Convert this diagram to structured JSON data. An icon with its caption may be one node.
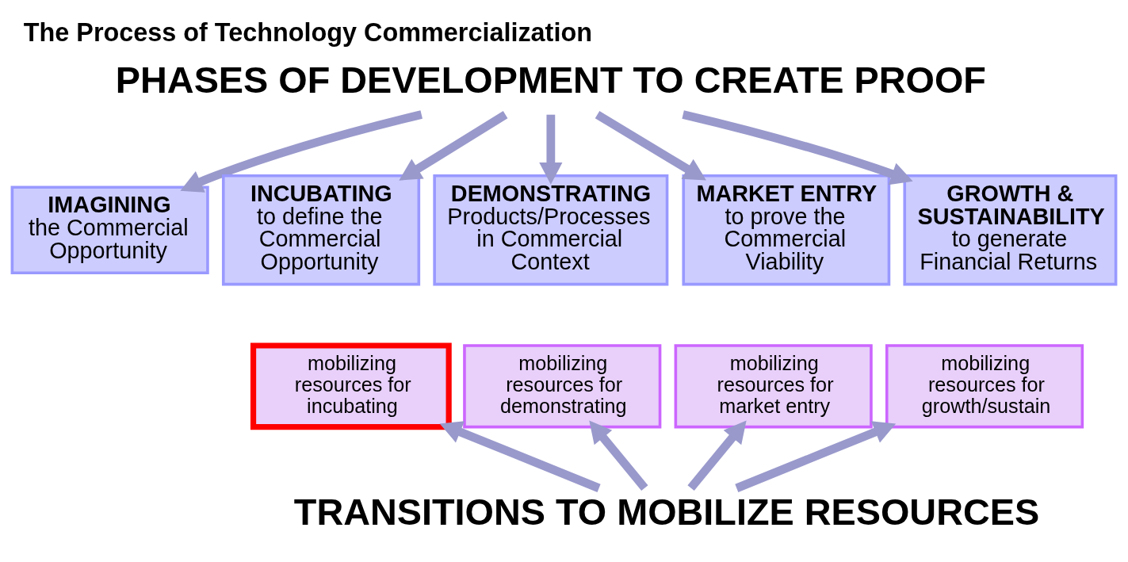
{
  "diagram": {
    "title": "The Process of Technology Commercialization",
    "nodes": [
      {
        "text": [
          "PHASES OF DEVELOPMENT TO CREATE PROOF"
        ]
      },
      {
        "text": [
          "IMAGINING",
          "the Commercial Opportunity"
        ]
      },
      {
        "text": [
          "INCUBATING",
          "to define the Commercial Opportunity"
        ]
      },
      {
        "text": [
          "DEMONSTRATING",
          "Products/Processes in Commercial Context"
        ]
      },
      {
        "text": [
          "MARKET ENTRY",
          "to prove the Commercial Viability"
        ]
      },
      {
        "text": [
          "GROWTH & SUSTAINABILITY",
          "to generate Financial Returns"
        ]
      },
      {
        "text": [
          "mobilizing resources for incubating"
        ]
      },
      {
        "text": [
          "mobilizing resources for demonstrating"
        ]
      },
      {
        "text": [
          "mobilizing resources for market entry"
        ]
      },
      {
        "text": [
          "mobilizing resources for growth/sustain"
        ]
      },
      {
        "text": [
          "TRANSITIONS TO MOBILIZE RESOURCES"
        ]
      }
    ],
    "edges": [
      {
        "from": 0,
        "to": 1,
        "arrow": "to"
      },
      {
        "from": 0,
        "to": 2,
        "arrow": "to"
      },
      {
        "from": 0,
        "to": 3,
        "arrow": "to"
      },
      {
        "from": 0,
        "to": 4,
        "arrow": "to"
      },
      {
        "from": 0,
        "to": 5,
        "arrow": "to"
      },
      {
        "from": 10,
        "to": 6,
        "arrow": "to"
      },
      {
        "from": 10,
        "to": 7,
        "arrow": "to"
      },
      {
        "from": 10,
        "to": 8,
        "arrow": "to"
      },
      {
        "from": 10,
        "to": 9,
        "arrow": "to"
      }
    ]
  }
}
